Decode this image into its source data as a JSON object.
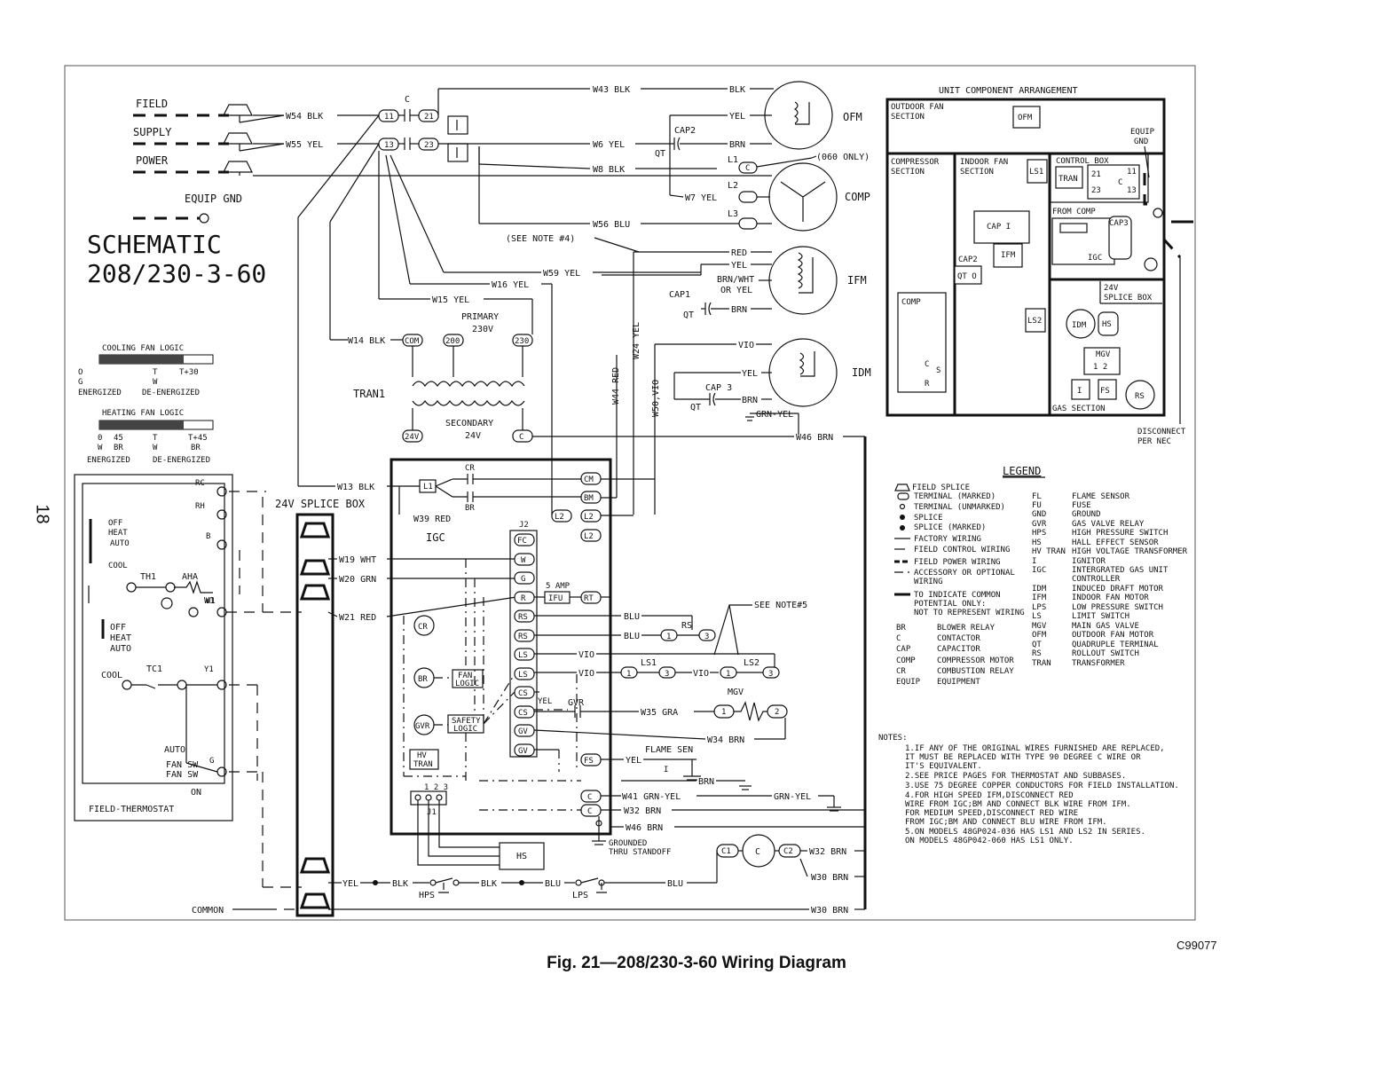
{
  "figure": {
    "caption": "Fig. 21—208/230-3-60 Wiring Diagram",
    "code": "C99077",
    "page_number": "18"
  },
  "schematic": {
    "title_line1": "SCHEMATIC",
    "title_line2": "208/230-3-60",
    "field": "FIELD",
    "supply": "SUPPLY",
    "power": "POWER",
    "equip_gnd": "EQUIP GND"
  },
  "wires": {
    "w54": "W54 BLK",
    "w55": "W55 YEL",
    "w43": "W43 BLK",
    "w6": "W6 YEL",
    "w8": "W8 BLK",
    "w7": "W7 YEL",
    "w56": "W56 BLU",
    "w59": "W59 YEL",
    "w16": "W16 YEL",
    "w15": "W15 YEL",
    "w14": "W14 BLK",
    "w13": "W13 BLK",
    "w39": "W39 RED",
    "w44": "W44 RED",
    "w24": "W24 YEL",
    "w50": "W50,VIO",
    "w46a": "W46 BRN",
    "w19": "W19 WHT",
    "w20": "W20 GRN",
    "w21": "W21 RED",
    "w35": "W35 GRA",
    "w34": "W34 BRN",
    "w41": "W41 GRN-YEL",
    "w32a": "W32 BRN",
    "w46b": "W46 BRN",
    "w32b": "W32 BRN",
    "w30a": "W30 BRN",
    "w30b": "W30 BRN"
  },
  "colors": {
    "blk": "BLK",
    "yel": "YEL",
    "brn": "BRN",
    "red": "RED",
    "vio": "VIO",
    "blu": "BLU",
    "brn_wht": "BRN/WHT",
    "or_yel": "OR YEL",
    "grn_yel": "GRN-YEL"
  },
  "components": {
    "ofm": "OFM",
    "comp": "COMP",
    "ifm": "IFM",
    "idm": "IDM",
    "cap1": "CAP1",
    "cap2": "CAP2",
    "cap3": "CAP 3",
    "qt": "QT",
    "l1": "L1",
    "l2": "L2",
    "l3": "L3",
    "only060": "(060 ONLY)",
    "note4": "(SEE NOTE #4)",
    "primary": "PRIMARY",
    "v230": "230V",
    "tran1": "TRAN1",
    "secondary": "SECONDARY",
    "v24": "24V",
    "com": "COM",
    "t200": "200",
    "t230": "230",
    "t24v": "24V",
    "tc": "C",
    "cr": "CR",
    "br": "BR",
    "igc": "IGC",
    "j2": "J2",
    "j1": "J1",
    "fan_logic": "FAN LOGIC",
    "safety_logic": "SAFETY LOGIC",
    "hv_tran": "HV TRAN",
    "gvr": "GVR",
    "amp5": "5 AMP",
    "ifu": "IFU",
    "hs": "HS",
    "ls1": "LS1",
    "ls2": "LS2",
    "rs": "RS",
    "mgv": "MGV",
    "flame_sen": "FLAME SEN",
    "grounded": "GROUNDED",
    "thru_standoff": "THRU STANDOFF",
    "see_note5": "SEE NOTE#5",
    "hps": "HPS",
    "lps": "LPS",
    "common": "COMMON",
    "splice_box": "24V SPLICE BOX",
    "c": "C",
    "c1": "C1",
    "c2": "C2",
    "t11": "11",
    "t13": "13",
    "t21": "21",
    "t23": "23"
  },
  "igc_terminals": [
    "FC",
    "W",
    "G",
    "R",
    "RS",
    "RS",
    "LS",
    "LS",
    "CS",
    "CS",
    "GV",
    "GV"
  ],
  "igc_right": [
    "CM",
    "BM",
    "L2",
    "L2",
    "L2",
    "RT",
    "FS",
    "C",
    "C"
  ],
  "thermostat": {
    "title": "FIELD-THERMOSTAT",
    "rc": "RC",
    "rh": "RH",
    "b": "B",
    "y1": "Y1",
    "w1": "W1",
    "g": "G",
    "off": "OFF",
    "heat": "HEAT",
    "auto": "AUTO",
    "cool": "COOL",
    "th1": "TH1",
    "aha": "AHA",
    "tc1": "TC1",
    "fan_sw": "FAN SW",
    "on": "ON"
  },
  "fan_logic": {
    "cooling_title": "COOLING FAN LOGIC",
    "cool_o": "O",
    "cool_g": "G",
    "cool_t": "T",
    "cool_w": "W",
    "cool_t30": "T+30",
    "cool_energized": "ENERGIZED",
    "cool_deenergized": "DE-ENERGIZED",
    "heating_title": "HEATING FAN LOGIC",
    "heat_0": "0",
    "heat_45": "45",
    "heat_t": "T",
    "heat_t45": "T+45",
    "heat_w": "W",
    "heat_br": "BR",
    "heat_br2": "BR",
    "heat_energized": "ENERGIZED",
    "heat_deenergized": "DE-ENERGIZED"
  },
  "arrangement": {
    "title": "UNIT COMPONENT ARRANGEMENT",
    "outdoor": "OUTDOOR FAN SECTION",
    "compressor": "COMPRESSOR SECTION",
    "indoor": "INDOOR FAN SECTION",
    "control": "CONTROL BOX",
    "from_comp": "FROM COMP",
    "splice": "24V SPLICE BOX",
    "gas": "GAS SECTION",
    "equip_gnd": "EQUIP GND",
    "disconnect": "DISCONNECT PER NEC",
    "parts": {
      "ofm": "OFM",
      "ls1": "LS1",
      "tran": "TRAN",
      "cap1": "CAP I",
      "ifm": "IFM",
      "cap2": "CAP2",
      "qt": "QT",
      "cap3": "CAP3",
      "igc": "IGC",
      "comp": "COMP",
      "ls2": "LS2",
      "idm": "IDM",
      "hs": "HS",
      "mgv": "MGV",
      "rs": "RS",
      "fs": "FS",
      "i": "I",
      "c": "C",
      "s": "S",
      "r": "R",
      "t21": "21",
      "t23": "23",
      "t11": "11",
      "t13": "13",
      "m12": "1   2"
    }
  },
  "legend": {
    "title": "LEGEND",
    "symbols": [
      "FIELD SPLICE",
      "TERMINAL (MARKED)",
      "TERMINAL (UNMARKED)",
      "SPLICE",
      "SPLICE (MARKED)",
      "FACTORY WIRING",
      "FIELD CONTROL WIRING",
      "FIELD POWER WIRING",
      "ACCESSORY OR OPTIONAL",
      "WIRING",
      "TO INDICATE COMMON",
      "POTENTIAL ONLY:",
      "NOT TO REPRESENT WIRING"
    ],
    "abbr_left": [
      {
        "k": "BR",
        "v": "BLOWER RELAY"
      },
      {
        "k": "C",
        "v": "CONTACTOR"
      },
      {
        "k": "CAP",
        "v": "CAPACITOR"
      },
      {
        "k": "COMP",
        "v": "COMPRESSOR MOTOR"
      },
      {
        "k": "CR",
        "v": "COMBUSTION RELAY"
      },
      {
        "k": "EQUIP",
        "v": "EQUIPMENT"
      }
    ],
    "abbr_right": [
      {
        "k": "FL",
        "v": "FLAME SENSOR"
      },
      {
        "k": "FU",
        "v": "FUSE"
      },
      {
        "k": "GND",
        "v": "GROUND"
      },
      {
        "k": "GVR",
        "v": "GAS VALVE RELAY"
      },
      {
        "k": "HPS",
        "v": "HIGH PRESSURE SWITCH"
      },
      {
        "k": "HS",
        "v": "HALL EFFECT SENSOR"
      },
      {
        "k": "HV TRAN",
        "v": "HIGH VOLTAGE TRANSFORMER"
      },
      {
        "k": "I",
        "v": "IGNITOR"
      },
      {
        "k": "IGC",
        "v": "INTERGRATED GAS UNIT"
      },
      {
        "k": "",
        "v": "CONTROLLER"
      },
      {
        "k": "IDM",
        "v": "INDUCED DRAFT MOTOR"
      },
      {
        "k": "IFM",
        "v": "INDOOR FAN MOTOR"
      },
      {
        "k": "LPS",
        "v": "LOW PRESSURE SWITCH"
      },
      {
        "k": "LS",
        "v": "LIMIT SWITCH"
      },
      {
        "k": "MGV",
        "v": "MAIN GAS VALVE"
      },
      {
        "k": "OFM",
        "v": "OUTDOOR FAN MOTOR"
      },
      {
        "k": "QT",
        "v": "QUADRUPLE TERMINAL"
      },
      {
        "k": "RS",
        "v": "ROLLOUT SWITCH"
      },
      {
        "k": "TRAN",
        "v": "TRANSFORMER"
      }
    ]
  },
  "notes": {
    "title": "NOTES:",
    "lines": [
      "1.IF ANY OF THE ORIGINAL WIRES FURNISHED ARE REPLACED,",
      "  IT MUST BE REPLACED WITH TYPE 90 DEGREE C WIRE OR",
      "  IT'S EQUIVALENT.",
      "2.SEE PRICE PAGES FOR THERMOSTAT AND SUBBASES.",
      "3.USE 75 DEGREE COPPER CONDUCTORS FOR FIELD INSTALLATION.",
      "4.FOR HIGH SPEED IFM,DISCONNECT RED",
      "  WIRE FROM IGC;BM AND CONNECT BLK WIRE FROM IFM.",
      "  FOR MEDIUM SPEED,DISCONNECT RED WIRE",
      "  FROM IGC;BM AND CONNECT BLU WIRE FROM IFM.",
      "5.ON MODELS 48GP024-036 HAS LS1 AND LS2 IN SERIES.",
      "  ON MODELS 48GP042-060 HAS LS1 ONLY."
    ]
  }
}
